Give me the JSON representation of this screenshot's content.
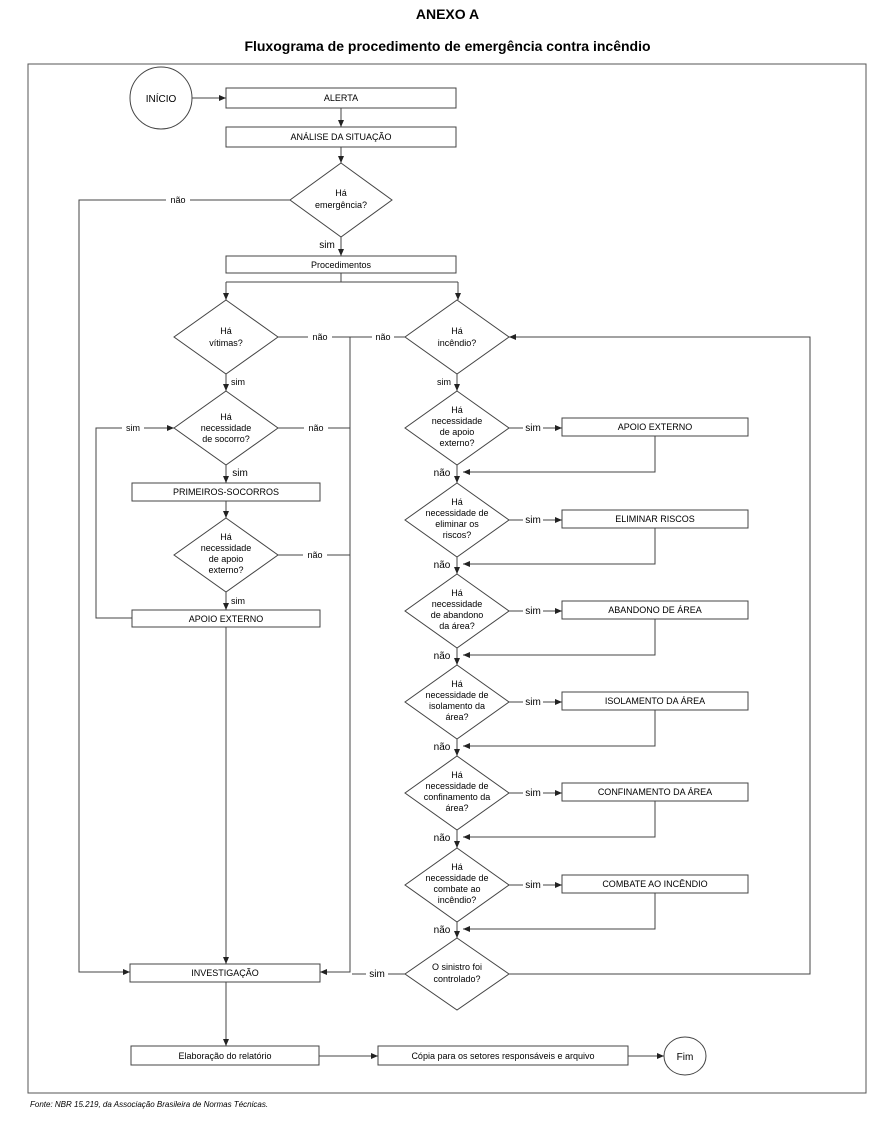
{
  "header": {
    "annex": "ANEXO A",
    "title": "Fluxograma de procedimento de emergência contra incêndio"
  },
  "nodes": {
    "inicio": "INÍCIO",
    "alerta": "ALERTA",
    "analise": "ANÁLISE DA SITUAÇÃO",
    "emergencia": [
      "Há",
      "emergência?"
    ],
    "procedimentos": "Procedimentos",
    "vitimas": [
      "Há",
      "vítimas?"
    ],
    "incendio": [
      "Há",
      "incêndio?"
    ],
    "socorro": [
      "Há",
      "necessidade",
      "de socorro?"
    ],
    "primeiros_socorros": "PRIMEIROS-SOCORROS",
    "apoio_left_q": [
      "Há",
      "necessidade",
      "de apoio",
      "externo?"
    ],
    "apoio_externo_left": "APOIO EXTERNO",
    "investigacao": "INVESTIGAÇÃO",
    "relatorio": "Elaboração do relatório",
    "copia": "Cópia para os setores responsáveis e arquivo",
    "fim": "Fim",
    "q_apoio": [
      "Há",
      "necessidade",
      "de apoio",
      "externo?"
    ],
    "q_riscos": [
      "Há",
      "necessidade de",
      "eliminar os",
      "riscos?"
    ],
    "q_abandono": [
      "Há",
      "necessidade",
      "de abandono",
      "da área?"
    ],
    "q_isolamento": [
      "Há",
      "necessidade de",
      "isolamento da",
      "área?"
    ],
    "q_confinamento": [
      "Há",
      "necessidade de",
      "confinamento da",
      "área?"
    ],
    "q_combate": [
      "Há",
      "necessidade de",
      "combate ao",
      "incêndio?"
    ],
    "q_controlado": [
      "O sinistro foi",
      "controlado?"
    ],
    "a_apoio": "APOIO EXTERNO",
    "a_riscos": "ELIMINAR RISCOS",
    "a_abandono": "ABANDONO DE ÁREA",
    "a_isolamento": "ISOLAMENTO DA ÁREA",
    "a_confinamento": "CONFINAMENTO DA ÁREA",
    "a_combate": "COMBATE AO INCÊNDIO"
  },
  "labels": {
    "sim": "sim",
    "nao": "não"
  },
  "footer": {
    "source": "Fonte: NBR 15.219, da Associação Brasileira de Normas Técnicas."
  }
}
